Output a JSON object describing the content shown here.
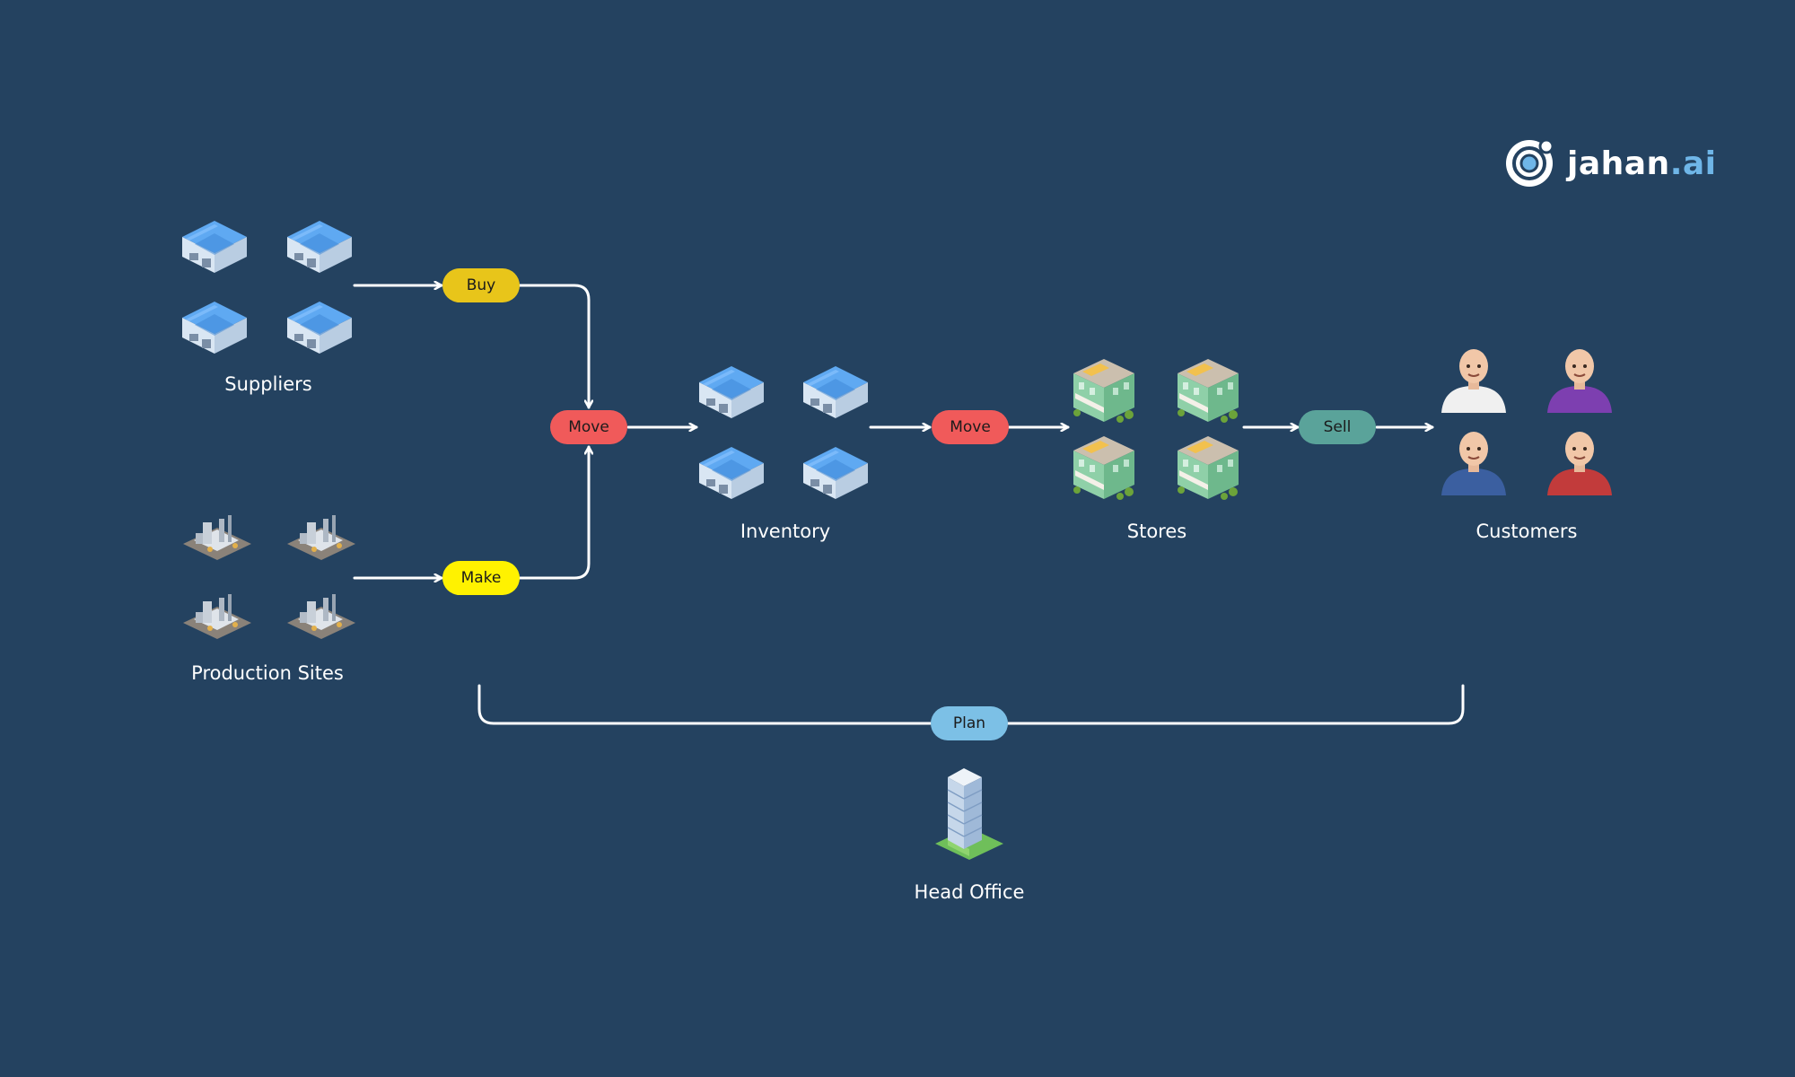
{
  "logo": {
    "name": "jahan",
    "suffix": ".ai"
  },
  "nodes": {
    "suppliers": "Suppliers",
    "production_sites": "Production Sites",
    "inventory": "Inventory",
    "stores": "Stores",
    "customers": "Customers",
    "head_office": "Head Office"
  },
  "actions": {
    "buy": "Buy",
    "make": "Make",
    "move_1": "Move",
    "move_2": "Move",
    "sell": "Sell",
    "plan": "Plan"
  },
  "colors": {
    "background": "#244260",
    "buy": "#e8c51a",
    "make": "#fff200",
    "move": "#f05a5a",
    "sell": "#5aa39a",
    "plan": "#7cc0e6",
    "connector": "#ffffff",
    "logo_accent": "#6fb6e8"
  },
  "icons": {
    "suppliers": [
      "warehouse-icon",
      "warehouse-icon",
      "warehouse-icon",
      "warehouse-icon"
    ],
    "production_sites": [
      "factory-icon",
      "factory-icon",
      "factory-icon",
      "factory-icon"
    ],
    "inventory": [
      "warehouse-icon",
      "warehouse-icon",
      "warehouse-icon",
      "warehouse-icon"
    ],
    "stores": [
      "store-icon",
      "store-icon",
      "store-icon",
      "store-icon"
    ],
    "customers": [
      "person-icon",
      "person-icon",
      "person-icon",
      "person-icon"
    ],
    "head_office": "office-tower-icon"
  }
}
